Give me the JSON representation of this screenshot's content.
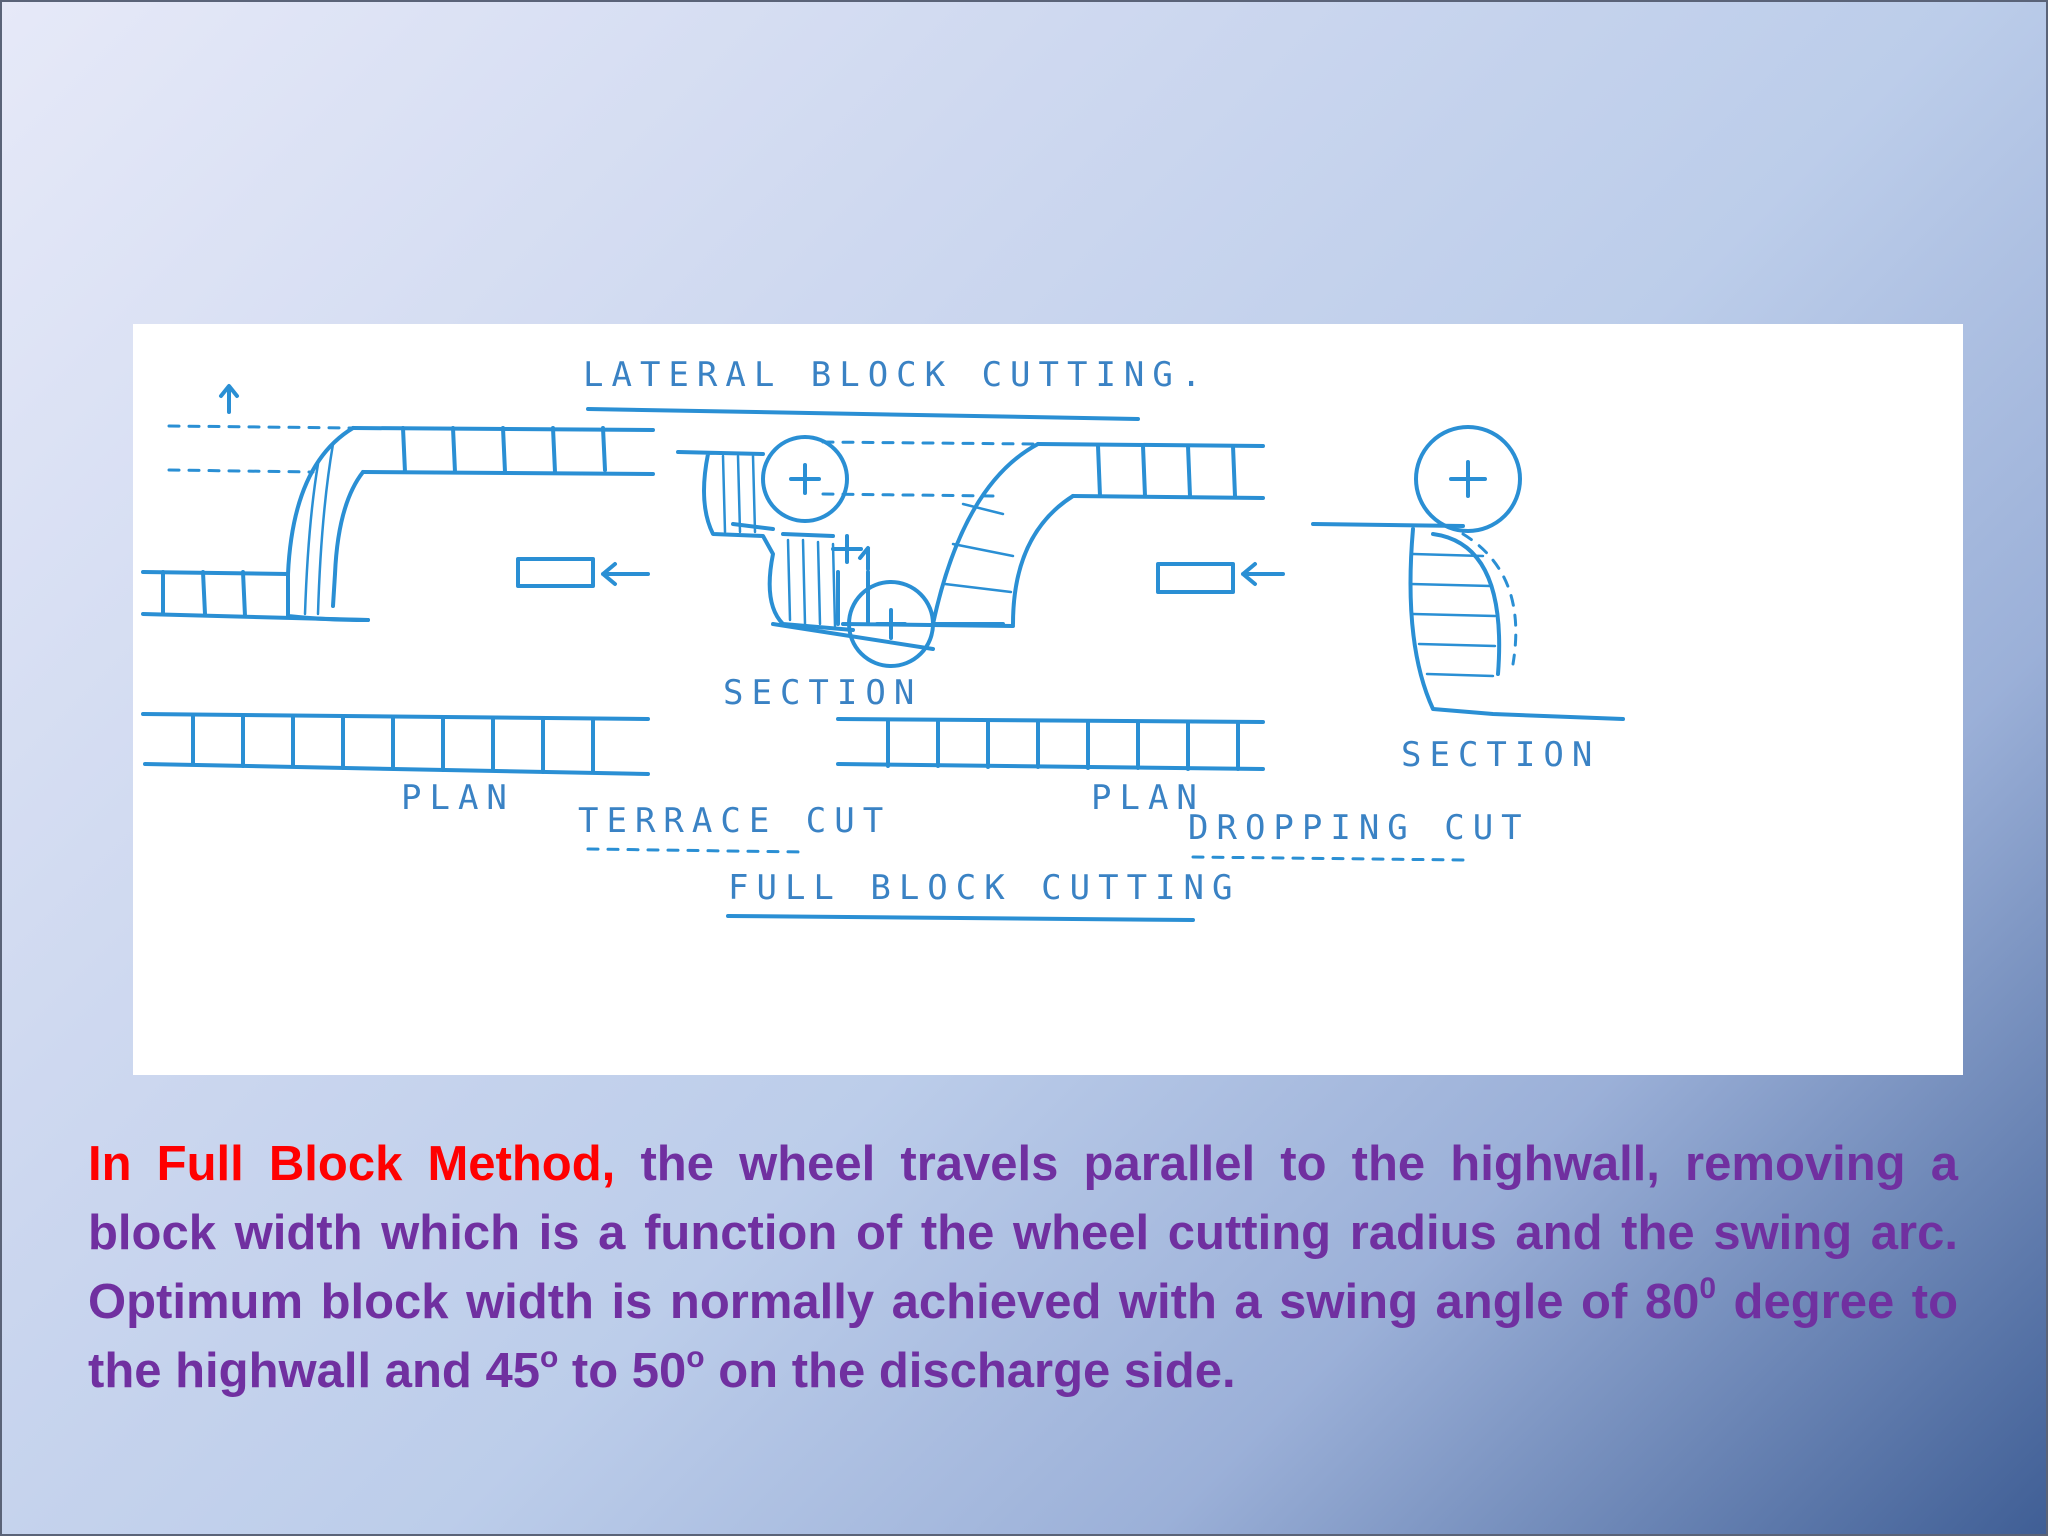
{
  "figure": {
    "labels": {
      "lateral_title": "LATERAL BLOCK CUTTING.",
      "section_left": "SECTION",
      "plan_left": "PLAN",
      "terrace_cut": "TERRACE CUT",
      "full_block_title": "FULL BLOCK CUTTING",
      "plan_right": "PLAN",
      "dropping_cut": "DROPPING CUT",
      "section_right": "SECTION"
    }
  },
  "caption": {
    "lead": "In Full Block Method,",
    "part1": " the wheel travels parallel to the highwall, removing a block width which is a function of the wheel cutting radius and the swing arc. Optimum block width is normally achieved with a swing angle of 80",
    "sup1": "0",
    "part2": " degree to the highwall and 45",
    "sup2": "o",
    "part3": "  to 50",
    "sup3": "o",
    "part4": " on the discharge side."
  }
}
